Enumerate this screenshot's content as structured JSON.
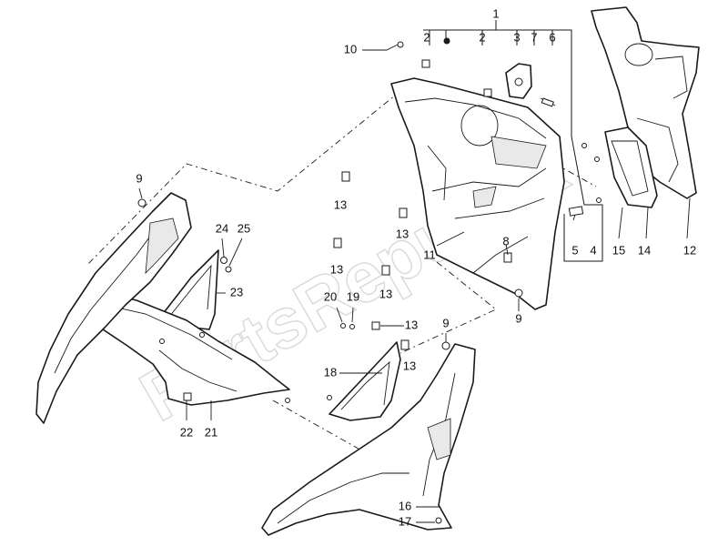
{
  "watermark": "PartsRepublik",
  "callouts": {
    "c1": "1",
    "c2a": "2",
    "c2b": "2",
    "c3": "3",
    "c4": "4",
    "c5": "5",
    "c6": "6",
    "c7": "7",
    "c8": "8",
    "c9a": "9",
    "c9b": "9",
    "c9c": "9",
    "c10": "10",
    "c11": "11",
    "c12": "12",
    "c13a": "13",
    "c13b": "13",
    "c13c": "13",
    "c13d": "13",
    "c13e": "13",
    "c13f": "13",
    "c14": "14",
    "c15": "15",
    "c16": "16",
    "c17": "17",
    "c18": "18",
    "c19": "19",
    "c20": "20",
    "c21": "21",
    "c22": "22",
    "c23": "23",
    "c24": "24",
    "c25": "25"
  }
}
